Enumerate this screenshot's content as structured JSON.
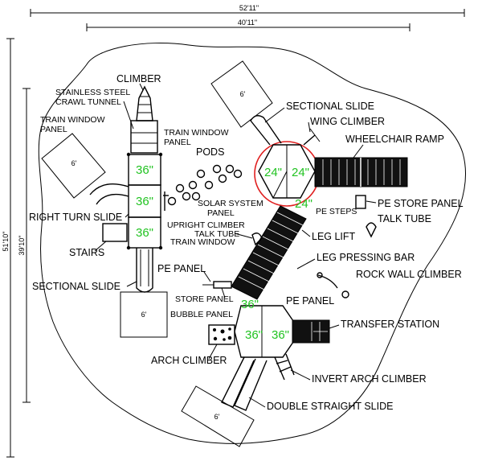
{
  "dimensions": {
    "overall_width": "52'11\"",
    "inner_width": "40'11\"",
    "overall_height": "51'10\"",
    "inner_height": "39'10\""
  },
  "zones": {
    "zone_left_top": "6'",
    "zone_top": "6'",
    "zone_left_bottom": "6'",
    "zone_bottom": "6'"
  },
  "decks": {
    "left_deck_1": "36\"",
    "left_deck_2": "36\"",
    "left_deck_3": "36\"",
    "top_hex_left": "24\"",
    "top_hex_right": "24\"",
    "top_hex_bottom": "24\"",
    "lower_hex_top": "36\"",
    "lower_hex_left": "36\"",
    "lower_hex_right": "36\""
  },
  "labels": {
    "climber": "CLIMBER",
    "stainless_steel_crawl_tunnel_1": "STAINLESS STEEL",
    "stainless_steel_crawl_tunnel_2": "CRAWL TUNNEL",
    "train_window_panel_left_1": "TRAIN WINDOW",
    "train_window_panel_left_2": "PANEL",
    "train_window_panel_top_1": "TRAIN WINDOW",
    "train_window_panel_top_2": "PANEL",
    "pods": "PODS",
    "sectional_slide_top": "SECTIONAL SLIDE",
    "wing_climber": "WING CLIMBER",
    "wheelchair_ramp": "WHEELCHAIR RAMP",
    "right_turn_slide": "RIGHT TURN SLIDE",
    "solar_system_panel_1": "SOLAR SYSTEM",
    "solar_system_panel_2": "PANEL",
    "upright_climber": "UPRIGHT CLIMBER",
    "talk_tube_mid": "TALK TUBE",
    "train_window_panel_mid": "TRAIN WINDOW",
    "pe_steps": "PE STEPS",
    "pe_store_panel": "PE STORE PANEL",
    "talk_tube_right": "TALK TUBE",
    "leg_lift": "LEG LIFT",
    "stairs": "STAIRS",
    "leg_pressing_bar": "LEG PRESSING BAR",
    "pe_panel_left": "PE PANEL",
    "rock_wall_climber": "ROCK WALL CLIMBER",
    "sectional_slide_left": "SECTIONAL SLIDE",
    "store_panel": "STORE PANEL",
    "pe_panel_right": "PE PANEL",
    "bubble_panel": "BUBBLE PANEL",
    "transfer_station": "TRANSFER STATION",
    "arch_climber": "ARCH CLIMBER",
    "invert_arch_climber": "INVERT ARCH CLIMBER",
    "double_straight_slide": "DOUBLE STRAIGHT SLIDE"
  }
}
